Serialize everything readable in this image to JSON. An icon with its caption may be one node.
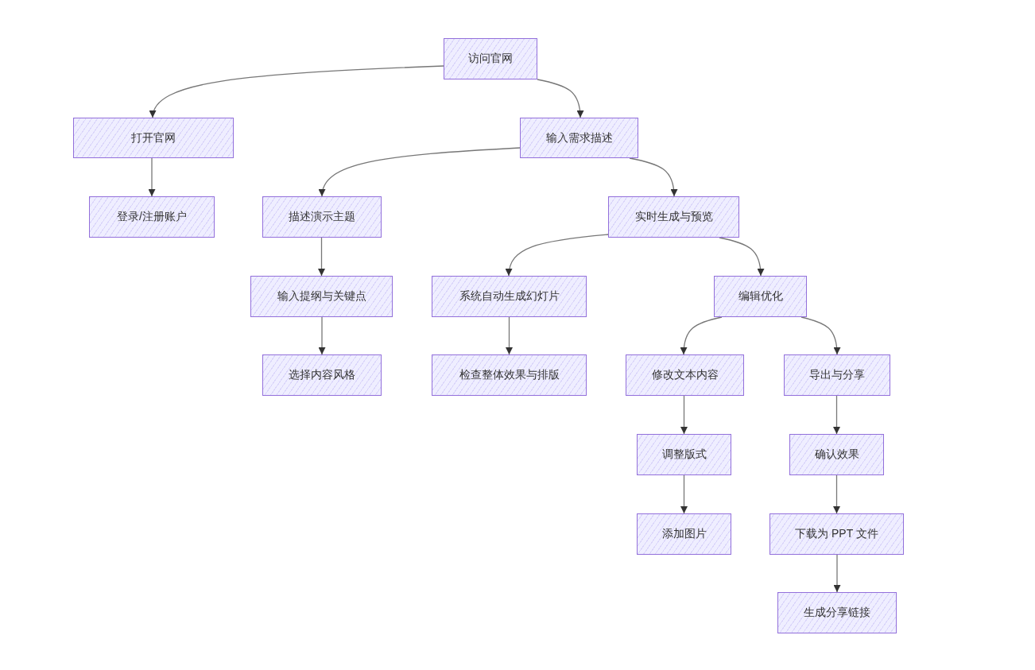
{
  "diagram": {
    "nodes": [
      {
        "text": [
          "访问官网"
        ]
      },
      {
        "text": [
          "打开官网"
        ]
      },
      {
        "text": [
          "输入需求描述"
        ]
      },
      {
        "text": [
          "登录/注册账户"
        ]
      },
      {
        "text": [
          "描述演示主题"
        ]
      },
      {
        "text": [
          "实时生成与预览"
        ]
      },
      {
        "text": [
          "输入提纲与关键点"
        ]
      },
      {
        "text": [
          "系统自动生成幻灯片"
        ]
      },
      {
        "text": [
          "编辑优化"
        ]
      },
      {
        "text": [
          "选择内容风格"
        ]
      },
      {
        "text": [
          "检查整体效果与排版"
        ]
      },
      {
        "text": [
          "修改文本内容"
        ]
      },
      {
        "text": [
          "导出与分享"
        ]
      },
      {
        "text": [
          "调整版式"
        ]
      },
      {
        "text": [
          "确认效果"
        ]
      },
      {
        "text": [
          "添加图片"
        ]
      },
      {
        "text": [
          "下载为 PPT 文件"
        ]
      },
      {
        "text": [
          "生成分享链接"
        ]
      }
    ],
    "edges": [
      {
        "from": 0,
        "to": 1,
        "arrow": "to"
      },
      {
        "from": 0,
        "to": 2,
        "arrow": "to"
      },
      {
        "from": 1,
        "to": 3,
        "arrow": "to"
      },
      {
        "from": 2,
        "to": 4,
        "arrow": "to"
      },
      {
        "from": 2,
        "to": 5,
        "arrow": "to"
      },
      {
        "from": 4,
        "to": 6,
        "arrow": "to"
      },
      {
        "from": 6,
        "to": 9,
        "arrow": "to"
      },
      {
        "from": 5,
        "to": 7,
        "arrow": "to"
      },
      {
        "from": 5,
        "to": 8,
        "arrow": "to"
      },
      {
        "from": 7,
        "to": 10,
        "arrow": "to"
      },
      {
        "from": 8,
        "to": 11,
        "arrow": "to"
      },
      {
        "from": 8,
        "to": 12,
        "arrow": "to"
      },
      {
        "from": 11,
        "to": 13,
        "arrow": "to"
      },
      {
        "from": 13,
        "to": 15,
        "arrow": "to"
      },
      {
        "from": 12,
        "to": 14,
        "arrow": "to"
      },
      {
        "from": 14,
        "to": 16,
        "arrow": "to"
      },
      {
        "from": 16,
        "to": 17,
        "arrow": "to"
      }
    ]
  }
}
